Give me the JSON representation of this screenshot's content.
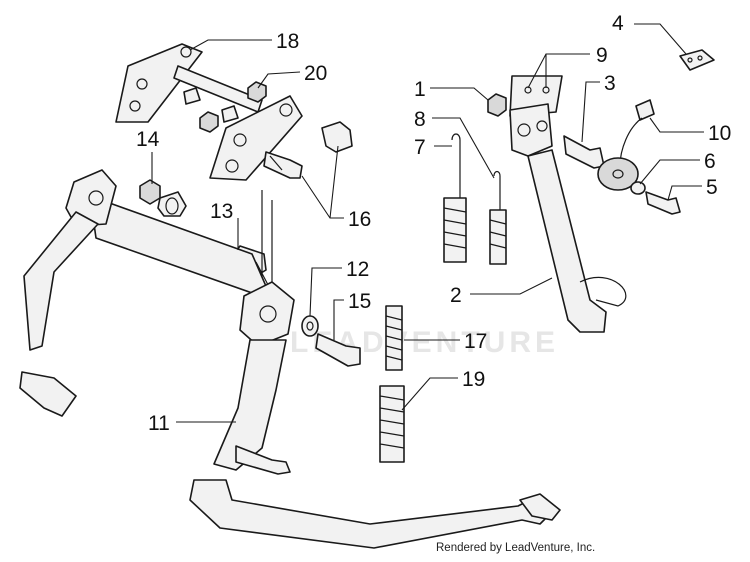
{
  "diagram": {
    "callouts": [
      "1",
      "2",
      "3",
      "4",
      "5",
      "6",
      "7",
      "8",
      "9",
      "10",
      "11",
      "12",
      "13",
      "14",
      "15",
      "16",
      "17",
      "18",
      "19",
      "20"
    ],
    "watermark": "LEADVENTURE",
    "credit": "Rendered by LeadVenture, Inc."
  }
}
